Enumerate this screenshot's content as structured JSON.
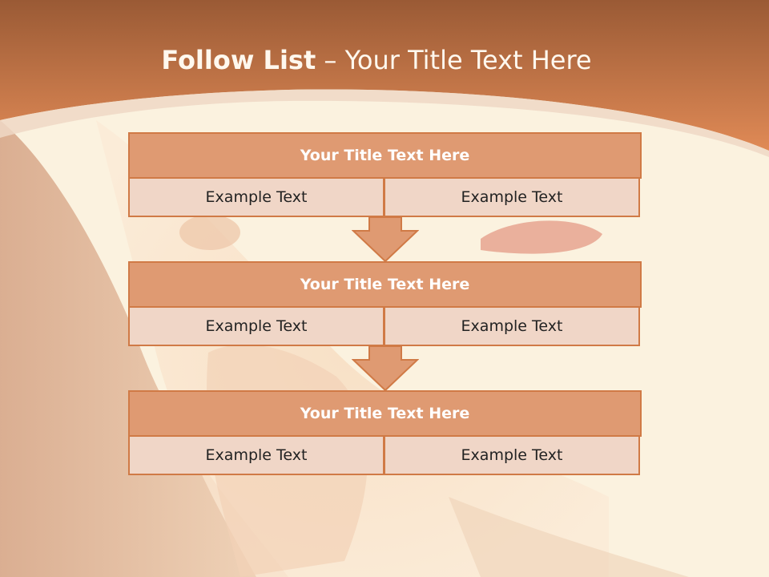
{
  "slide": {
    "title_bold": "Follow List",
    "title_rest": " – Your Title Text Here",
    "blocks": [
      {
        "title": "Your Title Text Here",
        "left": "Example Text",
        "right": "Example Text"
      },
      {
        "title": "Your Title Text Here",
        "left": "Example Text",
        "right": "Example Text"
      },
      {
        "title": "Your Title Text Here",
        "left": "Example Text",
        "right": "Example Text"
      }
    ]
  },
  "colors": {
    "accent": "#d07a46",
    "header_top": "#9a5a35",
    "header_bottom": "#e08a56",
    "block_title_fill": "#df9a72",
    "cell_fill": "#f0d6c7",
    "background": "#fdf6e6"
  }
}
